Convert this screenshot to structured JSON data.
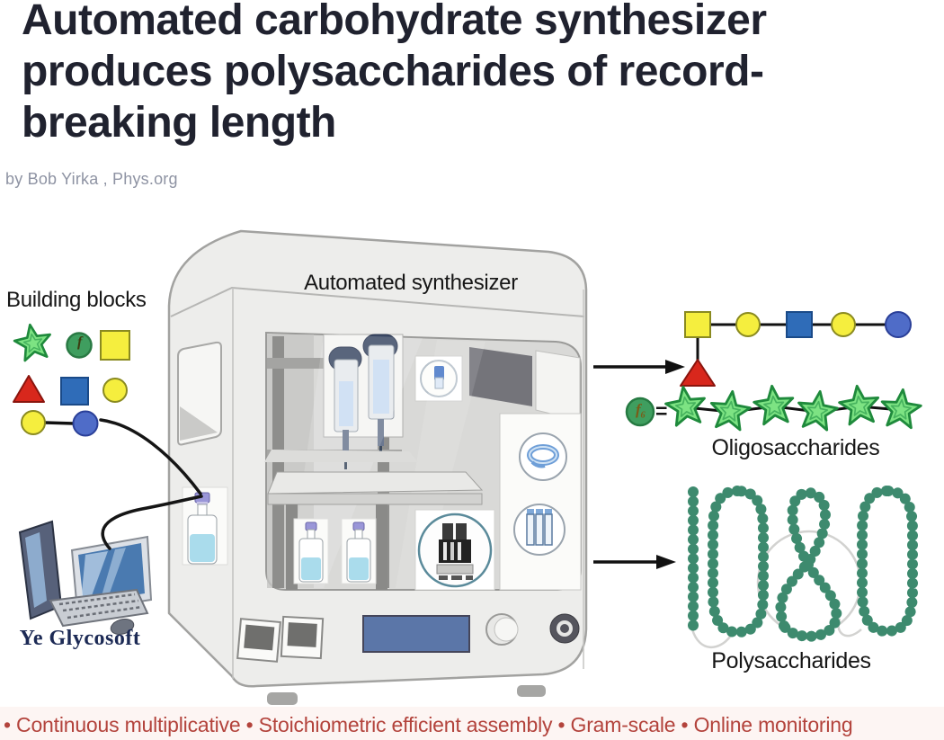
{
  "header": {
    "title_lines": [
      "Automated carbohydrate synthesizer",
      "produces polysaccharides of record-",
      "breaking length"
    ],
    "byline": "by Bob Yirka , Phys.org"
  },
  "figure": {
    "building_blocks_label": "Building blocks",
    "building_block_symbol": "f",
    "synthesizer_label": "Automated synthesizer",
    "computer_brand": "Ye Glycosoft",
    "legend_symbol": "f₆",
    "equals_sign": "=",
    "oligosaccharides_label": "Oligosaccharides",
    "polysaccharides_label": "Polysaccharides",
    "polysaccharide_length": "1080",
    "icons": {
      "building_blocks": [
        "green-star",
        "green-circle-f",
        "yellow-square",
        "red-triangle",
        "blue-square",
        "yellow-circle",
        "yellow-circle-blue-circle-dimer"
      ],
      "machine": [
        "syringe-pump-icon",
        "reagent-bottle-icon",
        "vial-badge-icon",
        "tubing-coil-badge-icon",
        "reaction-tubes-badge-icon",
        "flow-reactor-photo-badge-icon",
        "control-screen",
        "control-knobs"
      ],
      "outputs": [
        "glycan-chain",
        "star-hexamer-chain",
        "bead-chain-digits"
      ]
    },
    "colors": {
      "star_green": "#7de383",
      "circle_green": "#3f9e5f",
      "monosaccharide_yellow": "#f5ee3e",
      "monosaccharide_blue": "#2f6cb8",
      "monosaccharide_red": "#d8271c",
      "polysaccharide_teal": "#3d8a6e",
      "machine_gray": "#ededeb",
      "screen_blue": "#5b76a8"
    }
  },
  "caption": {
    "text": "• Continuous multiplicative • Stoichiometric efficient assembly • Gram-scale • Online monitoring",
    "color": "#b3433c"
  }
}
